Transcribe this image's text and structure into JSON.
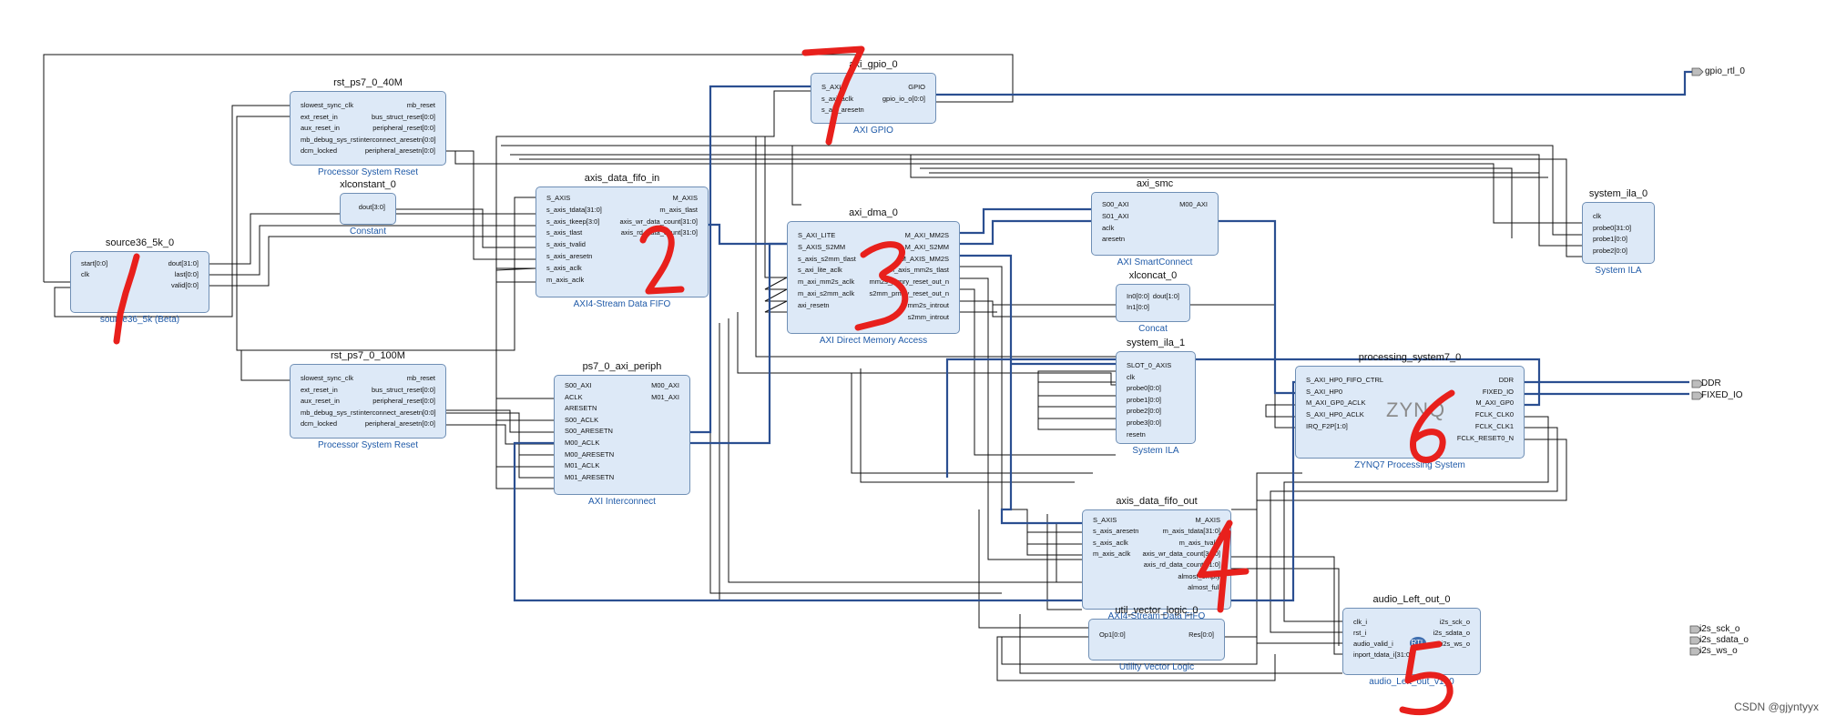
{
  "blocks": {
    "rst40": {
      "name": "rst_ps7_0_40M",
      "type": "Processor System Reset",
      "left": [
        "slowest_sync_clk",
        "ext_reset_in",
        "aux_reset_in",
        "mb_debug_sys_rst",
        "dcm_locked"
      ],
      "right": [
        "mb_reset",
        "bus_struct_reset[0:0]",
        "peripheral_reset[0:0]",
        "interconnect_aresetn[0:0]",
        "peripheral_aresetn[0:0]"
      ]
    },
    "xlconst": {
      "name": "xlconstant_0",
      "type": "Constant",
      "right": [
        "dout[3:0]"
      ]
    },
    "source": {
      "name": "source36_5k_0",
      "type": "source36_5k (Beta)",
      "left": [
        "start[0:0]",
        "clk"
      ],
      "right": [
        "dout[31:0]",
        "last[0:0]",
        "valid[0:0]"
      ]
    },
    "fifo_in": {
      "name": "axis_data_fifo_in",
      "type": "AXI4-Stream Data FIFO",
      "left": [
        "S_AXIS",
        "s_axis_tdata[31:0]",
        "s_axis_tkeep[3:0]",
        "s_axis_tlast",
        "s_axis_tvalid",
        "s_axis_aresetn",
        "s_axis_aclk",
        "m_axis_aclk"
      ],
      "right": [
        "M_AXIS",
        "m_axis_tlast",
        "axis_wr_data_count[31:0]",
        "axis_rd_data_count[31:0]"
      ]
    },
    "gpio": {
      "name": "axi_gpio_0",
      "type": "AXI GPIO",
      "left": [
        "S_AXI",
        "s_axi_aclk",
        "s_axi_aresetn"
      ],
      "right": [
        "GPIO",
        "gpio_io_o[0:0]"
      ]
    },
    "dma": {
      "name": "axi_dma_0",
      "type": "AXI Direct Memory Access",
      "left": [
        "S_AXI_LITE",
        "S_AXIS_S2MM",
        "s_axis_s2mm_tlast",
        "s_axi_lite_aclk",
        "m_axi_mm2s_aclk",
        "m_axi_s2mm_aclk",
        "axi_resetn"
      ],
      "right": [
        "M_AXI_MM2S",
        "M_AXI_S2MM",
        "M_AXIS_MM2S",
        "m_axis_mm2s_tlast",
        "mm2s_prmry_reset_out_n",
        "s2mm_prmry_reset_out_n",
        "mm2s_introut",
        "s2mm_introut"
      ]
    },
    "smc": {
      "name": "axi_smc",
      "type": "AXI SmartConnect",
      "left": [
        "S00_AXI",
        "S01_AXI",
        "aclk",
        "aresetn"
      ],
      "right": [
        "M00_AXI"
      ]
    },
    "ila0": {
      "name": "system_ila_0",
      "type": "System ILA",
      "left": [
        "clk",
        "probe0[31:0]",
        "probe1[0:0]",
        "probe2[0:0]"
      ]
    },
    "xlconcat": {
      "name": "xlconcat_0",
      "type": "Concat",
      "left": [
        "In0[0:0]",
        "In1[0:0]"
      ],
      "right": [
        "dout[1:0]"
      ]
    },
    "rst100": {
      "name": "rst_ps7_0_100M",
      "type": "Processor System Reset",
      "left": [
        "slowest_sync_clk",
        "ext_reset_in",
        "aux_reset_in",
        "mb_debug_sys_rst",
        "dcm_locked"
      ],
      "right": [
        "mb_reset",
        "bus_struct_reset[0:0]",
        "peripheral_reset[0:0]",
        "interconnect_aresetn[0:0]",
        "peripheral_aresetn[0:0]"
      ]
    },
    "periph": {
      "name": "ps7_0_axi_periph",
      "type": "AXI Interconnect",
      "left": [
        "S00_AXI",
        "ACLK",
        "ARESETN",
        "S00_ACLK",
        "S00_ARESETN",
        "M00_ACLK",
        "M00_ARESETN",
        "M01_ACLK",
        "M01_ARESETN"
      ],
      "right": [
        "M00_AXI",
        "M01_AXI"
      ]
    },
    "ila1": {
      "name": "system_ila_1",
      "type": "System ILA",
      "left": [
        "SLOT_0_AXIS",
        "clk",
        "probe0[0:0]",
        "probe1[0:0]",
        "probe2[0:0]",
        "probe3[0:0]",
        "resetn"
      ]
    },
    "ps7": {
      "name": "processing_system7_0",
      "type": "ZYNQ7 Processing System",
      "logo": "ZYNQ",
      "left": [
        "S_AXI_HP0_FIFO_CTRL",
        "S_AXI_HP0",
        "M_AXI_GP0_ACLK",
        "S_AXI_HP0_ACLK",
        "IRQ_F2P[1:0]"
      ],
      "right": [
        "DDR",
        "FIXED_IO",
        "M_AXI_GP0",
        "FCLK_CLK0",
        "FCLK_CLK1",
        "FCLK_RESET0_N"
      ]
    },
    "fifo_out": {
      "name": "axis_data_fifo_out",
      "type": "AXI4-Stream Data FIFO",
      "left": [
        "S_AXIS",
        "s_axis_aresetn",
        "s_axis_aclk",
        "m_axis_aclk"
      ],
      "right": [
        "M_AXIS",
        "m_axis_tdata[31:0]",
        "m_axis_tvalid",
        "axis_wr_data_count[31:0]",
        "axis_rd_data_count[31:0]",
        "almost_empty",
        "almost_full"
      ]
    },
    "vlogic": {
      "name": "util_vector_logic_0",
      "type": "Utility Vector Logic",
      "left": [
        "Op1[0:0]"
      ],
      "right": [
        "Res[0:0]"
      ]
    },
    "audio": {
      "name": "audio_Left_out_0",
      "type": "audio_Left_out_v1_0",
      "badge": "RTL",
      "left": [
        "clk_i",
        "rst_i",
        "audio_valid_i",
        "inport_tdata_i[31:0]"
      ],
      "right": [
        "i2s_sck_o",
        "i2s_sdata_o",
        "i2s_ws_o"
      ]
    }
  },
  "ports": {
    "gpio": "gpio_rtl_0",
    "ddr": "DDR",
    "fixed_io": "FIXED_IO",
    "sck": "i2s_sck_o",
    "sdata": "i2s_sdata_o",
    "ws": "i2s_ws_o"
  },
  "annotations": [
    "1",
    "2",
    "3",
    "4",
    "5",
    "6",
    "7"
  ],
  "watermark": "CSDN @gjyntyyx",
  "colors": {
    "block_fill": "#dde9f7",
    "block_border": "#6f8fb5",
    "bus_wire": "#2b4f91",
    "net_wire": "#111111",
    "annotation": "#e8201c",
    "subtitle": "#1f5aa8"
  }
}
